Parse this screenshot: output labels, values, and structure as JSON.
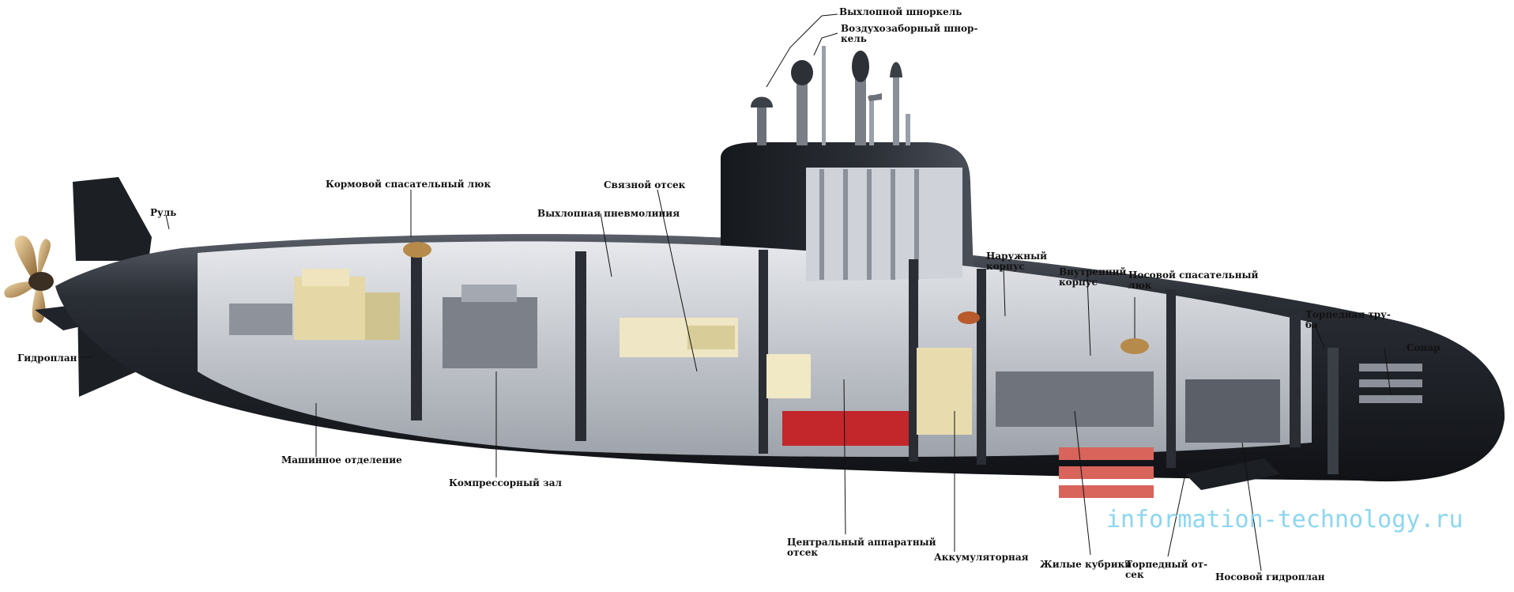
{
  "labels": {
    "exhaust_snorkel": "Выхлопной шноркель",
    "intake_snorkel": "Воздухозаборный шнор-\nкель",
    "stern_escape_hatch": "Кормовой спасательный люк",
    "comm_compartment": "Связной отсек",
    "exhaust_pneumatic_line": "Выхлопная пневмолиния",
    "rudder": "Руль",
    "hydroplane": "Гидроплан",
    "outer_hull": "Наружный\nкорпус",
    "inner_hull": "Внутренний\nкорпус",
    "bow_escape_hatch": "Носовой спасательный\nлюк",
    "torpedo_tube": "Торпедная тру-\nба",
    "sonar": "Сонар",
    "engine_room": "Машинное отделение",
    "compressor_room": "Компрессорный зал",
    "central_control": "Центральный аппаратный\nотсек",
    "battery": "Аккумуляторная",
    "living_quarters": "Жилые кубрики",
    "torpedo_compartment": "Торпедный от-\nсек",
    "bow_hydroplane": "Носовой гидроплан"
  },
  "watermark": "information-technology.ru",
  "colors": {
    "hull": "#1c1f24",
    "interior": "#c9ccd2",
    "cream": "#e8dcae",
    "red": "#c3272b",
    "bronze": "#b68a4a"
  }
}
